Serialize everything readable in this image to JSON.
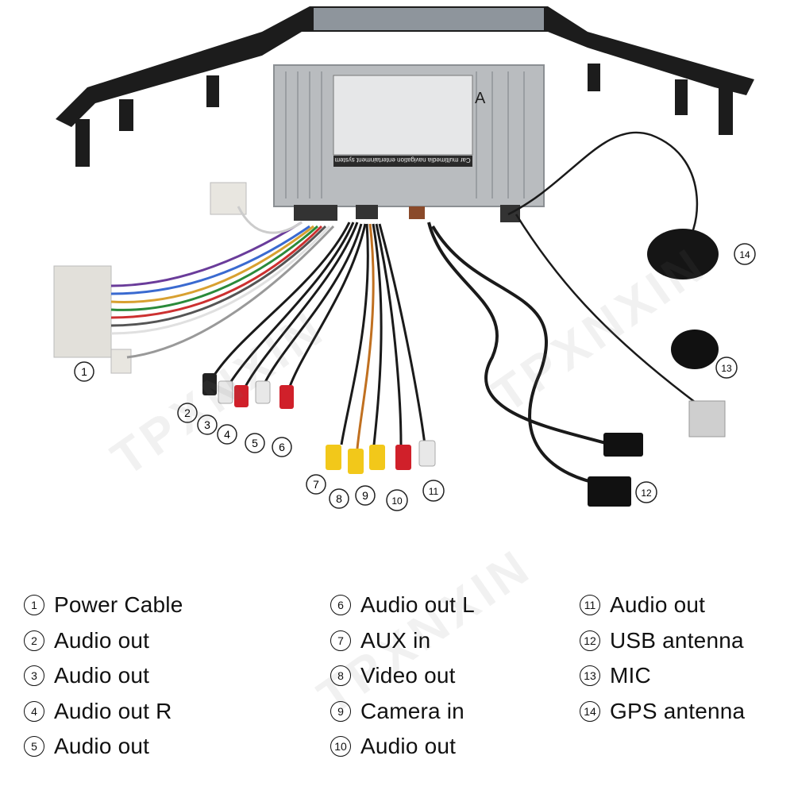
{
  "watermark": "TPXNXIN",
  "unit_labels": {
    "top_title": "Car multimedia navigation entertainment system",
    "side_letter": "A"
  },
  "callouts": [
    "1",
    "2",
    "3",
    "4",
    "5",
    "6",
    "7",
    "8",
    "9",
    "10",
    "11",
    "12",
    "13",
    "14"
  ],
  "legend": {
    "columns": [
      [
        {
          "num": "1",
          "label": "Power Cable"
        },
        {
          "num": "2",
          "label": "Audio out"
        },
        {
          "num": "3",
          "label": "Audio out"
        },
        {
          "num": "4",
          "label": "Audio out R"
        },
        {
          "num": "5",
          "label": "Audio out"
        }
      ],
      [
        {
          "num": "6",
          "label": "Audio out L"
        },
        {
          "num": "7",
          "label": "AUX in"
        },
        {
          "num": "8",
          "label": "Video out"
        },
        {
          "num": "9",
          "label": "Camera in"
        },
        {
          "num": "10",
          "label": "Audio out"
        }
      ],
      [
        {
          "num": "11",
          "label": "Audio out"
        },
        {
          "num": "12",
          "label": "USB antenna"
        },
        {
          "num": "13",
          "label": "MIC"
        },
        {
          "num": "14",
          "label": "GPS antenna"
        }
      ]
    ]
  },
  "colors": {
    "frame": "#1c1c1c",
    "box": "#b9bcbf",
    "rca_red": "#d0202a",
    "rca_white": "#e8e8e8",
    "rca_yellow": "#f2c81a",
    "cable": "#1a1a1a"
  }
}
